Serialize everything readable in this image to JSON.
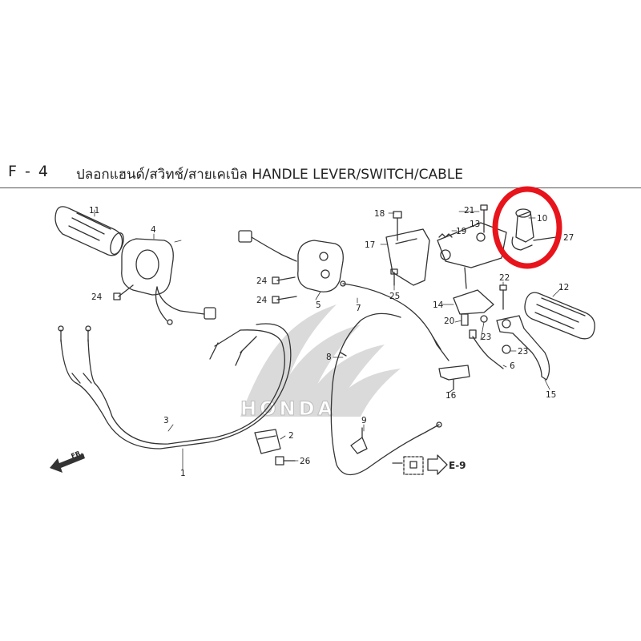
{
  "header": {
    "section_code": "F - 4",
    "title": "ปลอกแฮนด์/สวิทช์/สายเคเบิล  HANDLE LEVER/SWITCH/CABLE"
  },
  "colors": {
    "line": "#333333",
    "highlight": "#e8141c",
    "logo": "#c9c9c9"
  },
  "callouts": [
    {
      "id": "c1",
      "text": "1"
    },
    {
      "id": "c2",
      "text": "2"
    },
    {
      "id": "c3",
      "text": "3"
    },
    {
      "id": "c4",
      "text": "4"
    },
    {
      "id": "c5",
      "text": "5"
    },
    {
      "id": "c6",
      "text": "6"
    },
    {
      "id": "c7",
      "text": "7"
    },
    {
      "id": "c8",
      "text": "8"
    },
    {
      "id": "c9",
      "text": "9"
    },
    {
      "id": "c10",
      "text": "10"
    },
    {
      "id": "c11",
      "text": "11"
    },
    {
      "id": "c12",
      "text": "12"
    },
    {
      "id": "c13",
      "text": "13"
    },
    {
      "id": "c14",
      "text": "14"
    },
    {
      "id": "c15",
      "text": "15"
    },
    {
      "id": "c16",
      "text": "16"
    },
    {
      "id": "c17",
      "text": "17"
    },
    {
      "id": "c18",
      "text": "18"
    },
    {
      "id": "c19",
      "text": "19"
    },
    {
      "id": "c20",
      "text": "20"
    },
    {
      "id": "c21",
      "text": "21"
    },
    {
      "id": "c22",
      "text": "22"
    },
    {
      "id": "c23a",
      "text": "23"
    },
    {
      "id": "c23b",
      "text": "23"
    },
    {
      "id": "c24a",
      "text": "24"
    },
    {
      "id": "c24b",
      "text": "24"
    },
    {
      "id": "c24c",
      "text": "24"
    },
    {
      "id": "c25",
      "text": "25"
    },
    {
      "id": "c26",
      "text": "26"
    },
    {
      "id": "c27",
      "text": "27"
    }
  ],
  "reference": {
    "text": "E-9"
  },
  "direction": {
    "text": "FR."
  },
  "logo": {
    "text": "HONDA"
  }
}
